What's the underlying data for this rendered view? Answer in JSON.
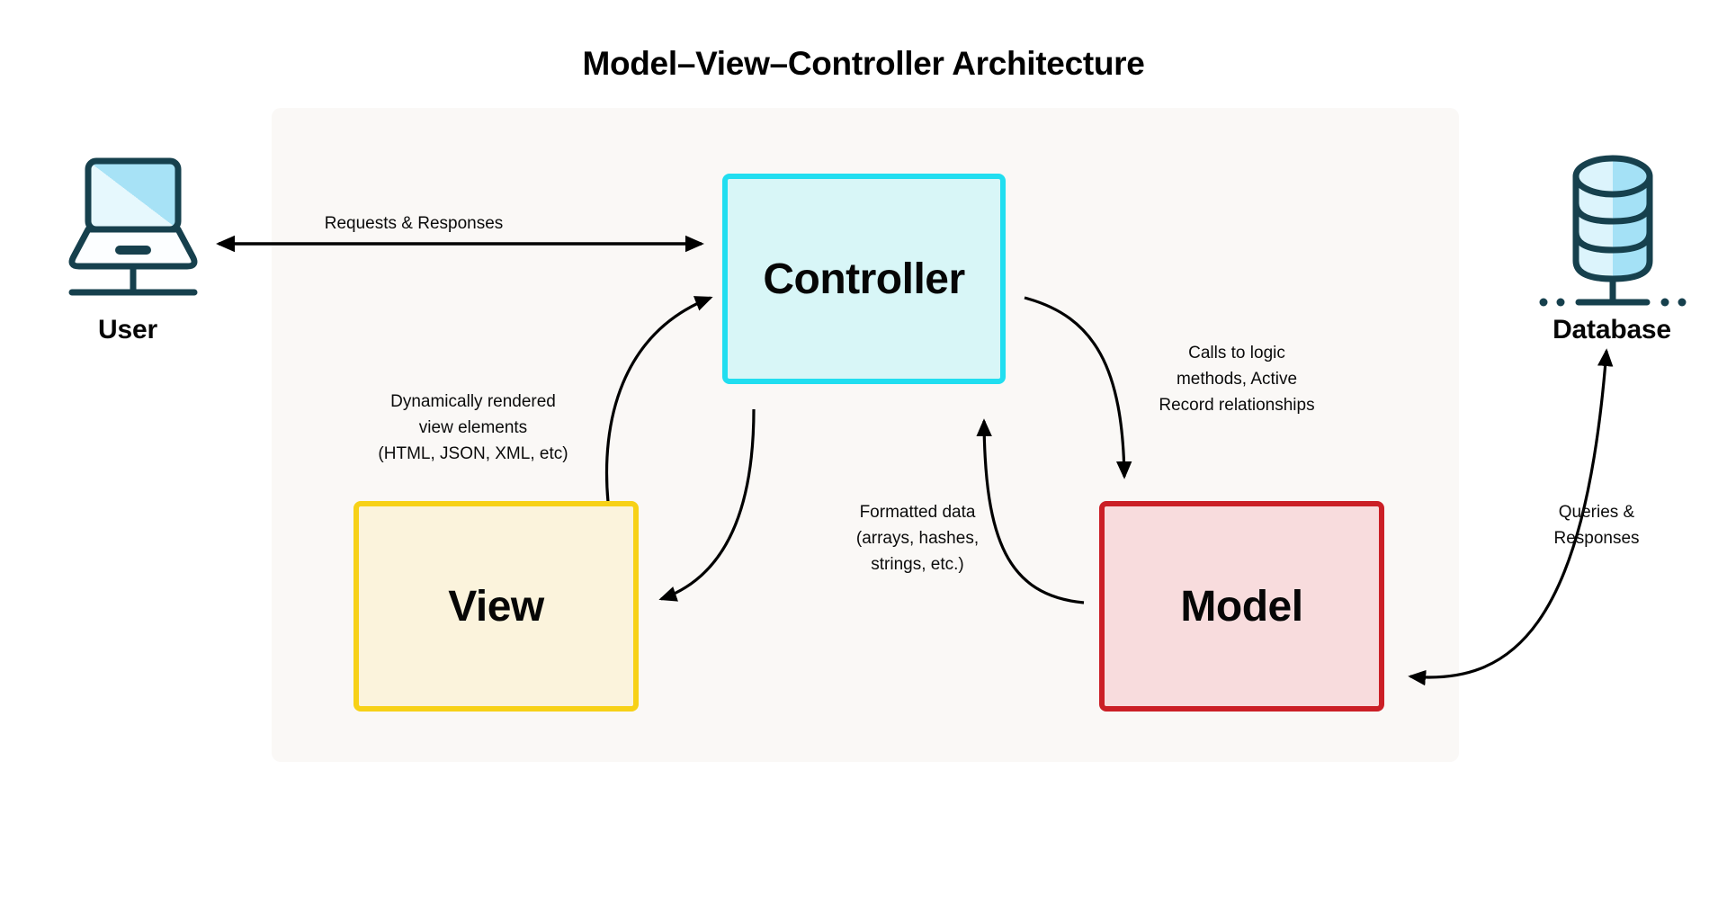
{
  "title": "Model–View–Controller Architecture",
  "panel": {
    "background_color": "#FAF8F6"
  },
  "nodes": {
    "controller": {
      "label": "Controller",
      "border_color": "#21DEF0",
      "fill_color": "#D8F6F7"
    },
    "view": {
      "label": "View",
      "border_color": "#F7D117",
      "fill_color": "#FBF3DC"
    },
    "model": {
      "label": "Model",
      "border_color": "#CB1F26",
      "fill_color": "#F8DCDD"
    }
  },
  "endpoints": {
    "user": {
      "label": "User",
      "icon": "laptop-icon",
      "outline_color": "#16404D",
      "screen_color": "#9ADEF5"
    },
    "database": {
      "label": "Database",
      "icon": "database-cylinder-icon",
      "outline_color": "#16404D",
      "fill_color": "#9ADEF5"
    }
  },
  "edges": [
    {
      "name": "user-controller",
      "label": "Requests & Responses",
      "from": "User",
      "to": "Controller",
      "direction": "bidirectional",
      "style": "straight"
    },
    {
      "name": "view-controller",
      "label": "Dynamically  rendered\nview elements\n(HTML, JSON, XML, etc)",
      "from": "View",
      "to": "Controller",
      "direction": "forward",
      "style": "curved"
    },
    {
      "name": "controller-view",
      "label": "",
      "from": "Controller",
      "to": "View",
      "direction": "forward",
      "style": "curved"
    },
    {
      "name": "controller-model",
      "label": "Calls to logic\nmethods, Active\nRecord relationships",
      "from": "Controller",
      "to": "Model",
      "direction": "forward",
      "style": "curved"
    },
    {
      "name": "model-controller",
      "label": "Formatted data\n(arrays, hashes,\nstrings, etc.)",
      "from": "Model",
      "to": "Controller",
      "direction": "forward",
      "style": "curved"
    },
    {
      "name": "model-database",
      "label": "Queries &\nResponses",
      "from": "Model",
      "to": "Database",
      "direction": "bidirectional",
      "style": "curved"
    }
  ],
  "colors": {
    "connector": "#000000",
    "text": "#060606",
    "page_background": "#FFFFFF"
  }
}
